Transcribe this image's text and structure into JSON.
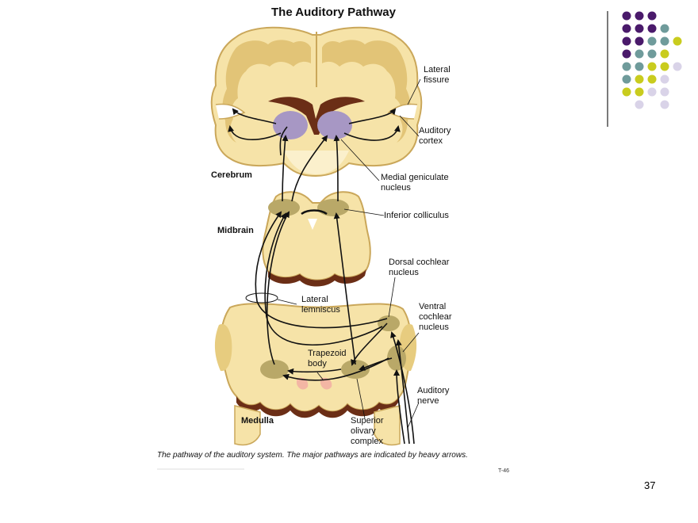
{
  "title": "The Auditory Pathway",
  "regions": {
    "cerebrum": "Cerebrum",
    "midbrain": "Midbrain",
    "medulla": "Medulla"
  },
  "labels": {
    "lateral_fissure": [
      "Lateral",
      "fissure"
    ],
    "auditory_cortex": [
      "Auditory",
      "cortex"
    ],
    "medial_geniculate": [
      "Medial geniculate",
      "nucleus"
    ],
    "inferior_colliculus": [
      "Inferior colliculus"
    ],
    "dorsal_cochlear": [
      "Dorsal cochlear",
      "nucleus"
    ],
    "lateral_lemniscus": [
      "Lateral",
      "lemniscus"
    ],
    "ventral_cochlear": [
      "Ventral",
      "cochlear",
      "nucleus"
    ],
    "trapezoid_body": [
      "Trapezoid",
      "body"
    ],
    "auditory_nerve": [
      "Auditory",
      "nerve"
    ],
    "superior_olivary": [
      "Superior",
      "olivary",
      "complex"
    ]
  },
  "caption": "The pathway of the auditory system. The major pathways are indicated by heavy arrows.",
  "plate_code": "T-46",
  "slide_number": "37",
  "colors": {
    "tissue_light": "#f6e3a8",
    "tissue_dark": "#e7cc7f",
    "nucleus": "#b9a868",
    "geniculate": "#a797c4",
    "ventricle": "#6b2e16",
    "trapezoid": "#f3b6a4",
    "dot_purple": "#4a1a6b",
    "dot_teal": "#6f9b9b",
    "dot_yellow": "#c9cc1e",
    "dot_lavender": "#d9d3e8"
  },
  "dot_grid": [
    [
      "purple",
      "purple",
      "purple",
      "none",
      "none"
    ],
    [
      "purple",
      "purple",
      "purple",
      "teal",
      "none"
    ],
    [
      "purple",
      "purple",
      "teal",
      "teal",
      "yellow"
    ],
    [
      "purple",
      "teal",
      "teal",
      "yellow",
      "none"
    ],
    [
      "teal",
      "teal",
      "yellow",
      "yellow",
      "lavender"
    ],
    [
      "teal",
      "yellow",
      "yellow",
      "lavender",
      "none"
    ],
    [
      "yellow",
      "yellow",
      "lavender",
      "lavender",
      "none"
    ],
    [
      "none",
      "lavender",
      "none",
      "lavender",
      "none"
    ]
  ]
}
